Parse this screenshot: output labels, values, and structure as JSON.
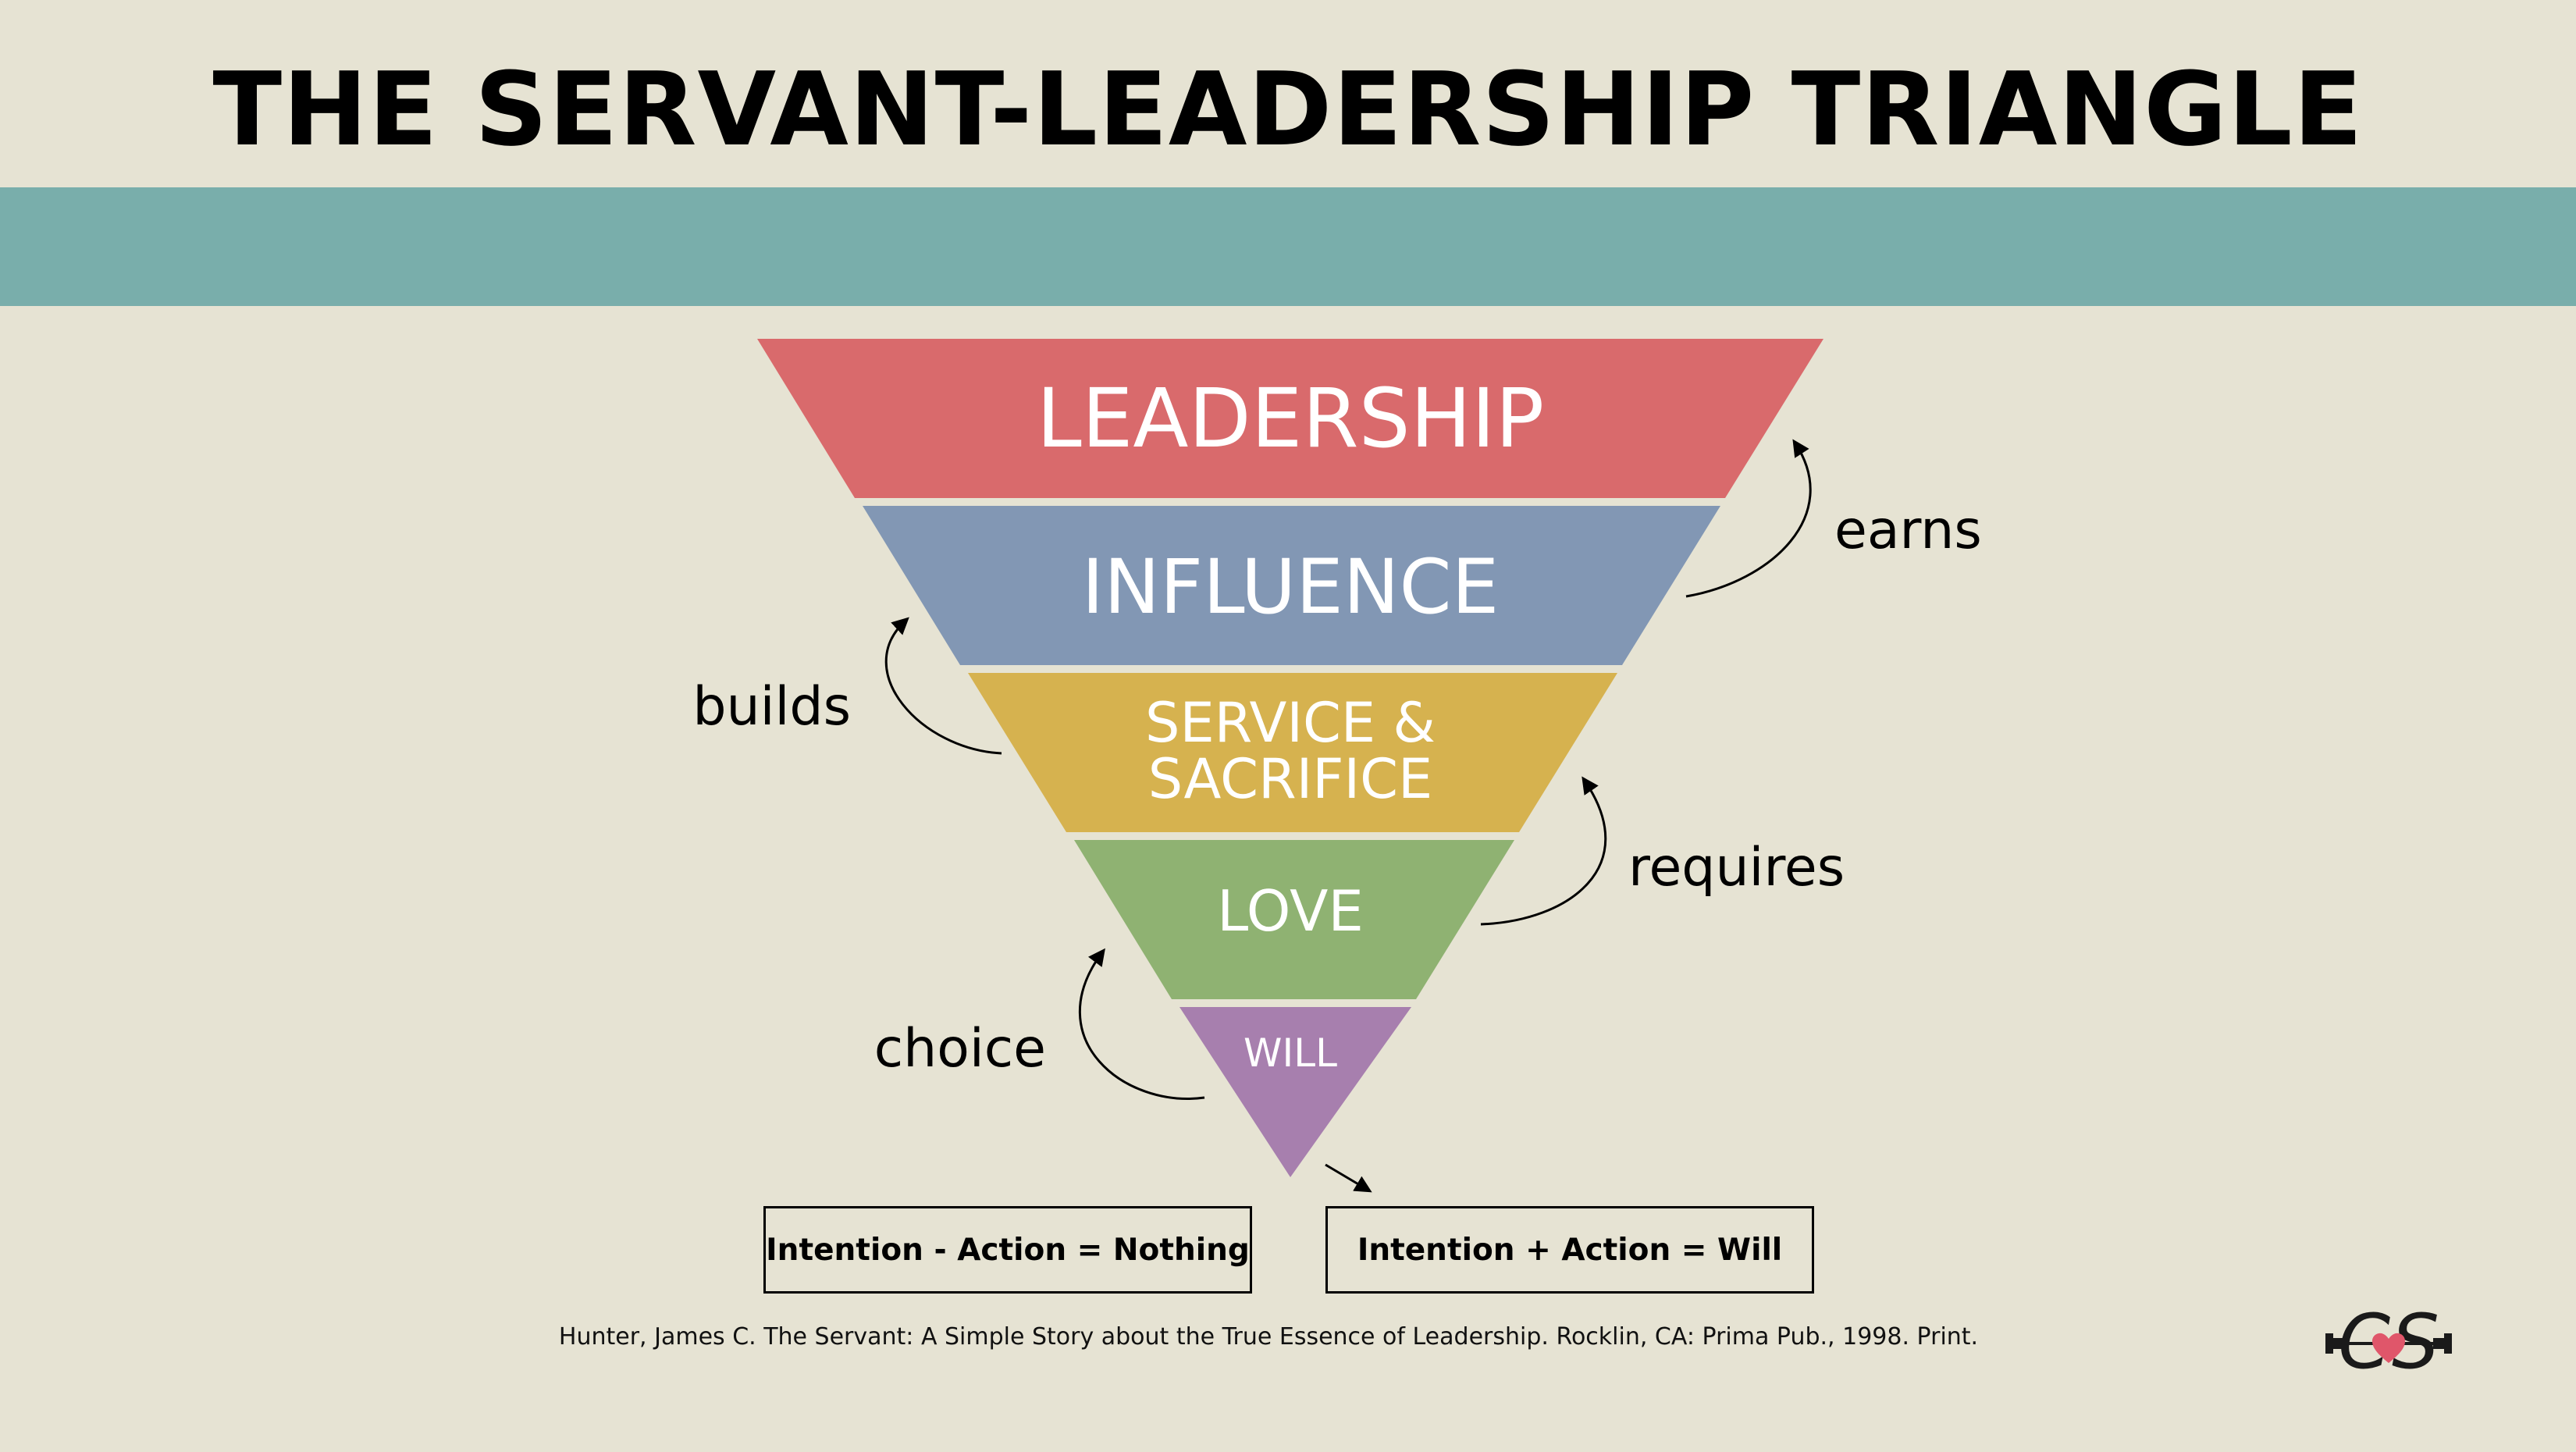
{
  "header": {
    "title": "THE SERVANT-LEADERSHIP TRIANGLE"
  },
  "colors": {
    "background": "#e6e3d3",
    "band": "#79aeab",
    "leadership": "#d96a6c",
    "influence": "#8297b4",
    "service": "#d6b24f",
    "love": "#8fb272",
    "will": "#a77fae",
    "ink": "#000000"
  },
  "layers": [
    {
      "id": "leadership",
      "label": "LEADERSHIP"
    },
    {
      "id": "influence",
      "label": "INFLUENCE"
    },
    {
      "id": "service",
      "label_line1": "SERVICE &",
      "label_line2": "SACRIFICE"
    },
    {
      "id": "love",
      "label": "LOVE"
    },
    {
      "id": "will",
      "label": "WILL"
    }
  ],
  "relations": {
    "earns": "earns",
    "builds": "builds",
    "requires": "requires",
    "choice": "choice"
  },
  "equations": {
    "nothing": "Intention - Action = Nothing",
    "will": "Intention + Action = Will"
  },
  "citation": "Hunter, James C. The Servant: A Simple Story about the True Essence of Leadership. Rocklin, CA: Prima Pub., 1998. Print.",
  "logo": {
    "text": "CS",
    "icons": [
      "dumbbell-icon",
      "heart-icon"
    ]
  }
}
